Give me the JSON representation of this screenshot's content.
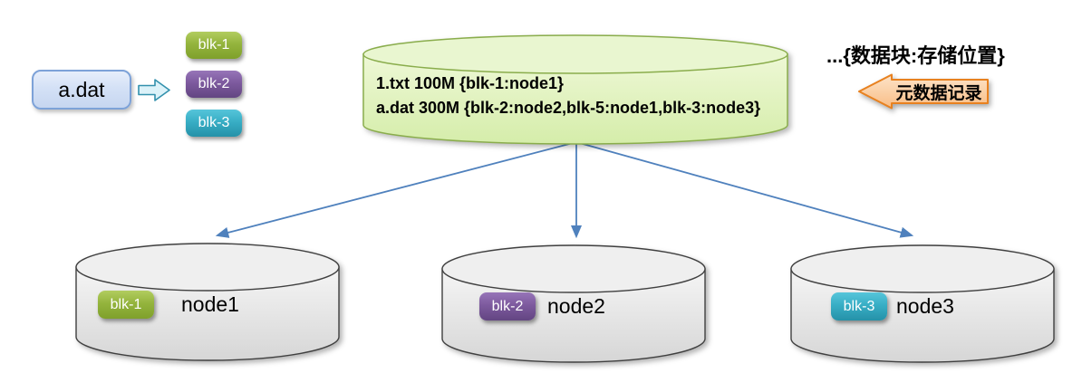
{
  "diagram": {
    "file": {
      "name": "a.dat"
    },
    "blocks": [
      {
        "label": "blk-1",
        "color": "#94b43d"
      },
      {
        "label": "blk-2",
        "color": "#7d5a9e"
      },
      {
        "label": "blk-3",
        "color": "#38aec5"
      }
    ],
    "metadata_store": {
      "lines": [
        "1.txt 100M {blk-1:node1}",
        "a.dat 300M {blk-2:node2,blk-5:node1,blk-3:node3}"
      ],
      "fill": "#ddf0b8",
      "border": "#8aad4c"
    },
    "annotation": {
      "mapping_note": "...{数据块:存储位置}",
      "arrow_label": "元数据记录",
      "arrow_fill": "#f9c189",
      "arrow_border": "#e8811f"
    },
    "nodes": [
      {
        "badge": "blk-1",
        "label": "node1",
        "badge_color": "#94b43d"
      },
      {
        "badge": "blk-2",
        "label": "node2",
        "badge_color": "#7d5a9e"
      },
      {
        "badge": "blk-3",
        "label": "node3",
        "badge_color": "#38aec5"
      }
    ],
    "connector_color": "#4f81bd"
  }
}
